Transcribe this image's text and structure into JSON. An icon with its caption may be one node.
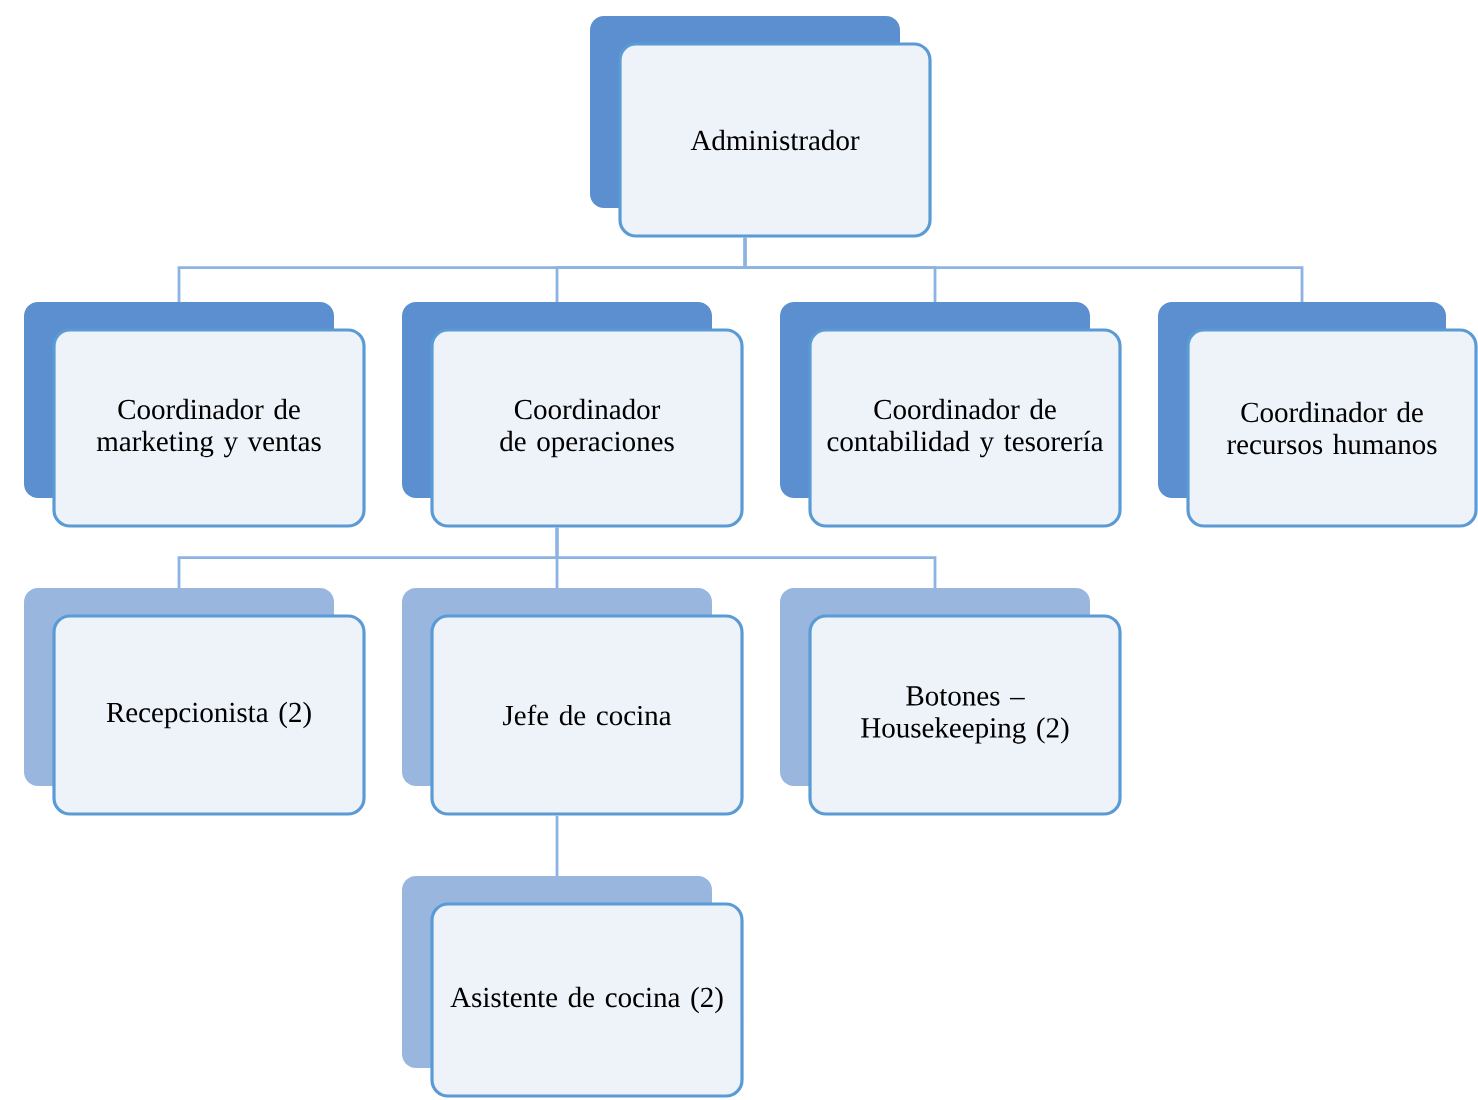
{
  "diagram": {
    "nodes": [
      {
        "text": [
          "Administrador"
        ]
      },
      {
        "text": [
          "Coordinador de marketing y ventas"
        ]
      },
      {
        "text": [
          "Coordinador de operaciones"
        ]
      },
      {
        "text": [
          "Coordinador de contabilidad y tesorería"
        ]
      },
      {
        "text": [
          "Coordinador de recursos humanos"
        ]
      },
      {
        "text": [
          "Recepcionista (2)"
        ]
      },
      {
        "text": [
          "Jefe de cocina"
        ]
      },
      {
        "text": [
          "Botones – Housekeeping (2)"
        ]
      },
      {
        "text": [
          "Asistente de cocina (2)"
        ]
      }
    ],
    "edges": [
      {
        "from": 0,
        "to": 1,
        "arrow": "none"
      },
      {
        "from": 0,
        "to": 2,
        "arrow": "none"
      },
      {
        "from": 0,
        "to": 3,
        "arrow": "none"
      },
      {
        "from": 0,
        "to": 4,
        "arrow": "none"
      },
      {
        "from": 2,
        "to": 5,
        "arrow": "none"
      },
      {
        "from": 2,
        "to": 6,
        "arrow": "none"
      },
      {
        "from": 2,
        "to": 7,
        "arrow": "none"
      },
      {
        "from": 6,
        "to": 8,
        "arrow": "none"
      }
    ]
  }
}
